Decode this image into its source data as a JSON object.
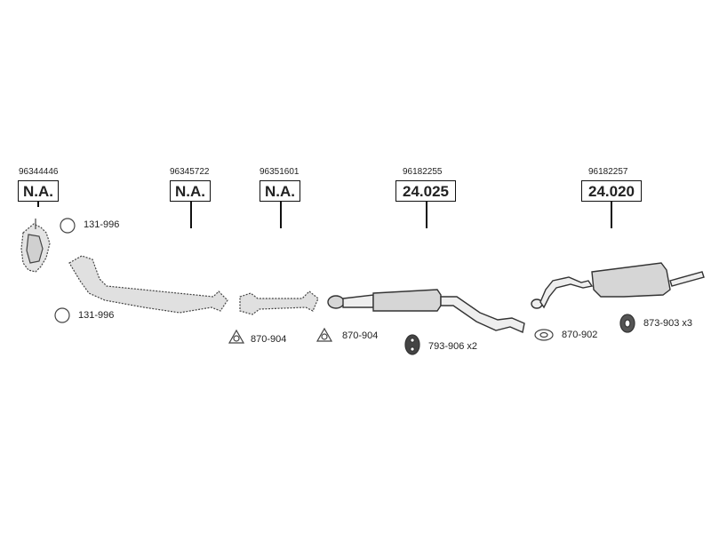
{
  "callouts": [
    {
      "oem": "96344446",
      "ref": "N.A."
    },
    {
      "oem": "96345722",
      "ref": "N.A."
    },
    {
      "oem": "96351601",
      "ref": "N.A."
    },
    {
      "oem": "96182255",
      "ref": "24.025"
    },
    {
      "oem": "96182257",
      "ref": "24.020"
    }
  ],
  "accessories": [
    {
      "label": "131-996",
      "icon": "ring-icon"
    },
    {
      "label": "131-996",
      "icon": "ring-icon"
    },
    {
      "label": "870-904",
      "icon": "flange-gasket-icon"
    },
    {
      "label": "870-904",
      "icon": "flange-gasket-icon"
    },
    {
      "label": "793-906 x2",
      "icon": "rubber-hanger-icon"
    },
    {
      "label": "870-902",
      "icon": "oval-gasket-icon"
    },
    {
      "label": "873-903 x3",
      "icon": "rubber-mount-icon"
    }
  ],
  "colors": {
    "line": "#111111",
    "part_fill": "#d6d6d6",
    "part_stroke": "#333333",
    "text": "#222222"
  }
}
